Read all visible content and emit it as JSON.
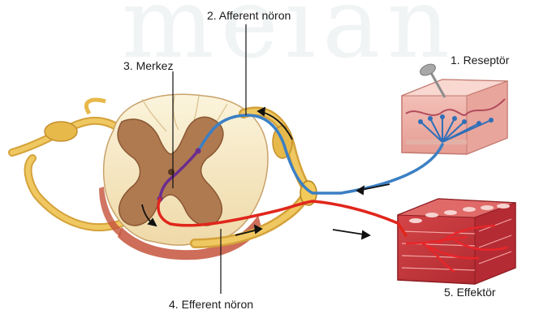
{
  "watermark_text": "meian",
  "labels": {
    "receptor": "1. Reseptör",
    "afferent": "2. Afferent nöron",
    "center": "3. Merkez",
    "efferent": "4. Efferent nöron",
    "effector": "5. Effektör"
  },
  "colors": {
    "afferent_neuron": "#3b7fc4",
    "efferent_neuron": "#e0261c",
    "interneuron": "#6a2d8f",
    "white_matter": "#f7ebc4",
    "gray_matter": "#b07a50",
    "nerve": "#e7b94a",
    "skin": "#f2b7b0",
    "muscle": "#c9353a"
  }
}
